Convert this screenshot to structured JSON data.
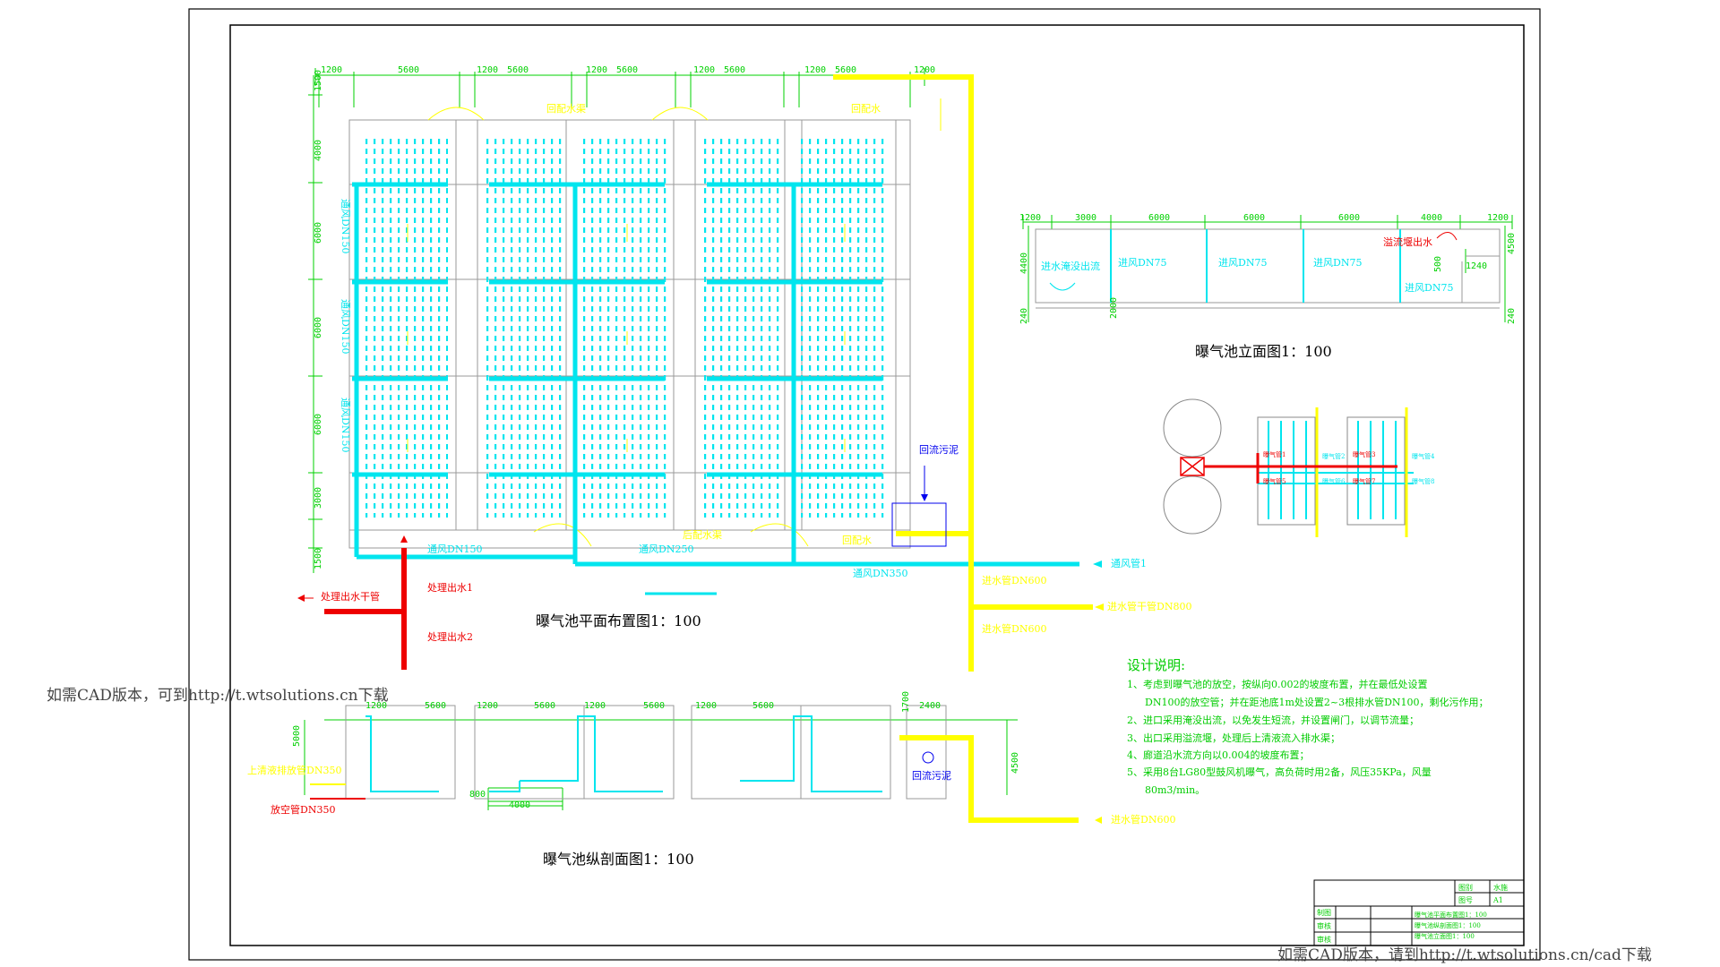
{
  "plan": {
    "title": "曝气池平面布置图1：100",
    "top_dims": [
      "1200",
      "5600",
      "1200",
      "5600",
      "1200",
      "5600",
      "1200",
      "5600",
      "1200",
      "5600",
      "1200"
    ],
    "left_dims": [
      "1500",
      "4000",
      "6000",
      "6000",
      "6000",
      "3000",
      "1500"
    ],
    "labels": {
      "top_channel_1": "回配水渠",
      "top_channel_2": "回配水",
      "bottom_channel": "后配水渠",
      "bottom_channel_2": "回配水",
      "air_dn150": "通风DN150",
      "air_dn250": "通风DN250",
      "air_dn350": "通风DN350",
      "air_main": "通风管1",
      "return_sludge": "回流污泥",
      "water_in_1": "进水管DN600",
      "water_in_main": "进水管干管DN800",
      "water_in_2": "进水管DN600",
      "outlet_main": "处理出水干管",
      "outlet_1": "处理出水1",
      "outlet_2": "处理出水2",
      "branch_a": "通风DN150",
      "branch_b": "通风DN150",
      "branch_c": "通风DN150"
    }
  },
  "elevation": {
    "title": "曝气池立面图1：100",
    "dims": [
      "1200",
      "3000",
      "6000",
      "6000",
      "6000",
      "4000",
      "1200"
    ],
    "left_dims": [
      "4400",
      "240"
    ],
    "right_dims": [
      "4500",
      "240"
    ],
    "inner_dims": [
      "2000",
      "1240",
      "500"
    ],
    "labels": {
      "inlet": "进水淹没出流",
      "overflow": "溢流堰出水",
      "air1": "进风DN75",
      "air2": "进风DN75",
      "air3": "进风DN75",
      "air4": "进风DN75"
    }
  },
  "section": {
    "title": "曝气池纵剖面图1：100",
    "dims": [
      "1200",
      "5600",
      "1200",
      "5600",
      "1200",
      "5600",
      "1200",
      "5600",
      "1700",
      "2400"
    ],
    "left_dim": "5000",
    "right_dim": "4500",
    "bottom_dims": [
      "4000",
      "800"
    ],
    "labels": {
      "upper_pipe": "上清液排放管DN350",
      "vent_pipe": "放空管DN350",
      "return_sludge": "回流污泥",
      "water_in": "进水管DN600"
    }
  },
  "blower": {
    "labels": [
      "曝气管1",
      "曝气管2",
      "曝气管3",
      "曝气管4",
      "曝气管5",
      "曝气管6",
      "曝气管7",
      "曝气管8"
    ]
  },
  "notes": {
    "title": "设计说明:",
    "items": [
      "1、考虑到曝气池的放空，按纵向0.002的坡度布置，并在最低处设置",
      "DN100的放空管；并在距池底1m处设置2~3根排水管DN100，剩化污作用；",
      "2、进口采用淹没出流，以免发生短流，并设置闸门，以调节流量；",
      "3、出口采用溢流堰，处理后上清液流入排水渠；",
      "4、廊道沿水流方向以0.004的坡度布置；",
      "5、采用8台LG80型鼓风机曝气，高负荷时用2备，风压35KPa，风量",
      "80m3/min。"
    ]
  },
  "title_block": {
    "rows_left": [
      "制图",
      "审核",
      "审核"
    ],
    "top_right": [
      [
        "图别",
        "水施"
      ],
      [
        "图号",
        "A1"
      ]
    ],
    "drawing_names": [
      "曝气池平面布置图1：100",
      "曝气池纵剖面图1：100",
      "曝气池立面图1：100"
    ]
  },
  "watermarks": {
    "left": "如需CAD版本，可到http://t.wtsolutions.cn下载",
    "bottom": "如需CAD版本，请到http://t.wtsolutions.cn/cad下载"
  },
  "colors": {
    "border": "#000000",
    "grid": "#9a9a9a",
    "dim": "#00d000",
    "air": "#00e5ee",
    "water": "#ffff00",
    "outlet": "#ee0000",
    "blue_label": "#0000ee",
    "note": "#00cc00"
  }
}
